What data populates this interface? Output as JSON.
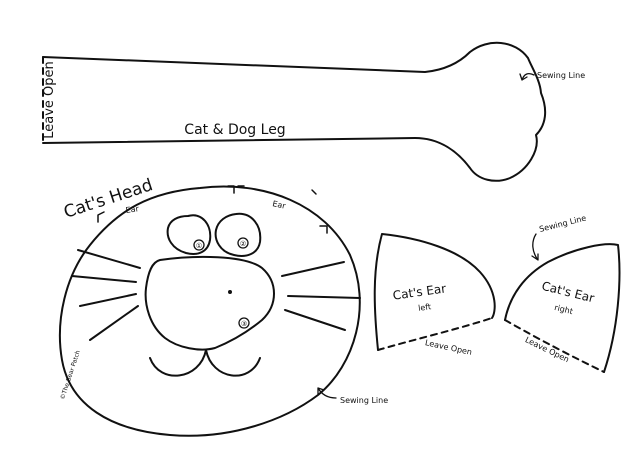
{
  "leg": {
    "title": "Cat & Dog Leg",
    "leave_open": "Leave Open",
    "sewing_line": "Sewing Line"
  },
  "head": {
    "title": "Cat's Head",
    "ear_left": "Ear",
    "ear_right": "Ear",
    "sewing_line": "Sewing Line",
    "copyright": "©The Bear Patch"
  },
  "ear_left": {
    "title": "Cat's Ear",
    "side": "left",
    "leave_open": "Leave Open"
  },
  "ear_right": {
    "title": "Cat's Ear",
    "side": "right",
    "leave_open": "Leave Open",
    "sewing_line": "Sewing Line"
  },
  "markers": {
    "eye_left": "①",
    "eye_right": "②",
    "nose": "③"
  }
}
